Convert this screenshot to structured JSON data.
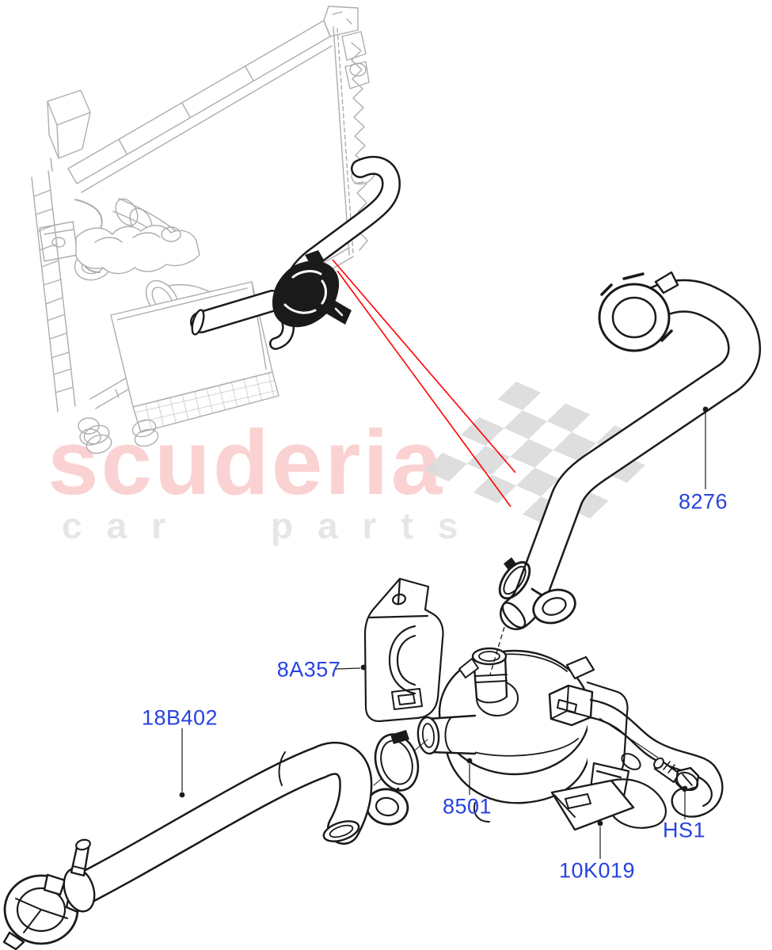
{
  "watermark": {
    "brand": "scuderia",
    "tagline": "car parts"
  },
  "part_labels": [
    {
      "part_number": "8276"
    },
    {
      "part_number": "8A357"
    },
    {
      "part_number": "18B402"
    },
    {
      "part_number": "8501"
    },
    {
      "part_number": "HS1"
    },
    {
      "part_number": "10K019"
    }
  ],
  "colors": {
    "part_label_blue": "#2743DF",
    "pointer_red": "#FF0000",
    "watermark_brand_pink": "#FAD2D2",
    "watermark_tagline_gray": "#E6E6E6",
    "flag_check_gray": "#DBDBDB",
    "secondary_line_gray": "#ADADAD",
    "primary_line_black": "#1A1A1A"
  }
}
